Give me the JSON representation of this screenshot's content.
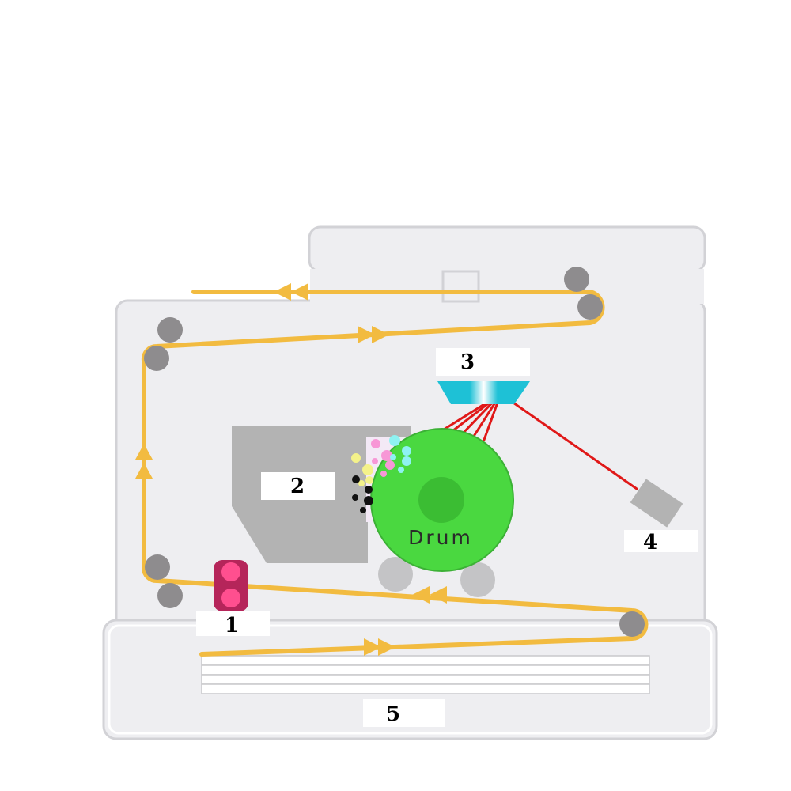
{
  "labels": {
    "fuser": "1",
    "developer": "2",
    "mirror": "3",
    "laser": "4",
    "tray": "5",
    "drum": "Drum"
  },
  "colors": {
    "body": "#eeeef1",
    "body_edge": "#d2d2d6",
    "paper_path": "#f2bb40",
    "roller": "#8e8c8e",
    "developer": "#b3b3b3",
    "drum": "#4ad840",
    "drum_core": "#3bbd33",
    "laser_beam": "#e01818",
    "mirror": "#1ec1d6",
    "fuser": "#b5255a",
    "fuser_roller": "#ff4f8f",
    "label_box": "#ffffff"
  },
  "icons": {
    "fuser": "fuser-rollers-icon",
    "mirror": "polygon-mirror-icon",
    "laser": "laser-unit-icon",
    "drum": "photosensitive-drum-icon"
  }
}
